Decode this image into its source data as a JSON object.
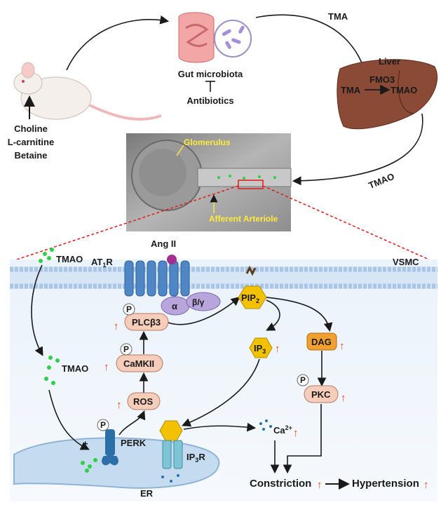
{
  "top": {
    "precursors": [
      "Choline",
      "L-carnitine",
      "Betaine"
    ],
    "gut_label": "Gut microbiota",
    "antibiotics": "Antibiotics",
    "tma_arrow": "TMA",
    "liver_title": "Liver",
    "fmo3": "FMO3",
    "liver_tma": "TMA",
    "liver_tmao": "TMAO",
    "tmao_arrow": "TMAO"
  },
  "micrograph": {
    "glomerulus": "Glomerulus",
    "afferent": "Afferent Arteriole"
  },
  "cell": {
    "tmao_top": "TMAO",
    "at1r": "AT",
    "at1r_sub": "1",
    "at1r_end": "R",
    "ang2": "Ang II",
    "vsmc": "VSMC",
    "alpha": "α",
    "beta_gamma": "β/γ",
    "plcb3": "PLCβ3",
    "camkii": "CaMKII",
    "ros": "ROS",
    "pip2": "PIP",
    "pip2_sub": "2",
    "ip3": "IP",
    "ip3_sub": "3",
    "dag": "DAG",
    "pkc": "PKC",
    "tmao_mid": "TMAO",
    "perk": "PERK",
    "ip3r": "IP",
    "ip3r_sub": "3",
    "ip3r_end": "R",
    "ca": "Ca",
    "ca_sup": "2+",
    "er": "ER",
    "plus": "+",
    "p": "P",
    "constriction": "Constriction",
    "hypertension": "Hypertension"
  },
  "colors": {
    "up_arrow": "#e8401c",
    "tmao_dot": "#2fcf4a",
    "membrane": "#a9c6e6",
    "receptor": "#4f86c6",
    "gprotein": "#b7a5dc",
    "pip2_fill": "#f2c200",
    "dag_fill": "#f0a030",
    "pink_box": "#f6cdbb",
    "liver": "#8b4a36",
    "er_fill": "#c5dcf0",
    "ip3r_fill": "#7ec4d4",
    "perk_fill": "#2a6fa8"
  }
}
